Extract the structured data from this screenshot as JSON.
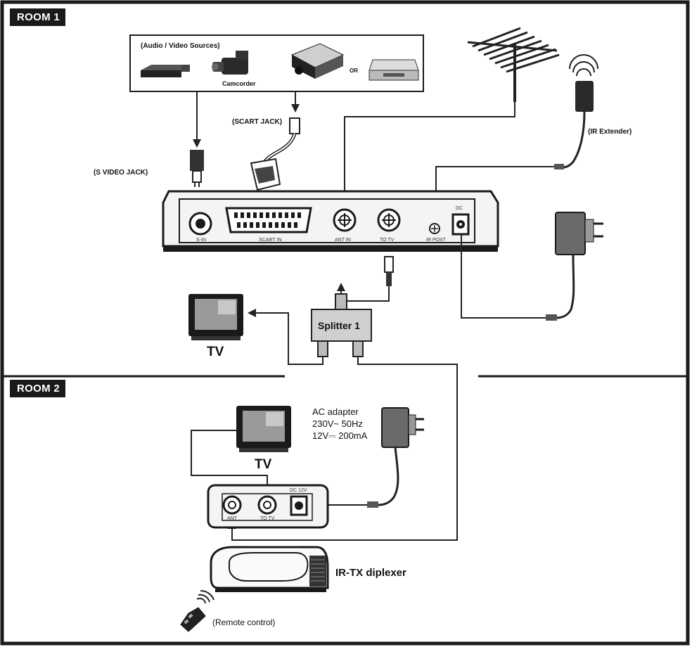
{
  "rooms": {
    "room1": "ROOM 1",
    "room2": "ROOM 2"
  },
  "sources_box": {
    "title": "(Audio / Video Sources)",
    "camcorder": "Camcorder",
    "or": "OR"
  },
  "labels": {
    "scart_jack": "(SCART JACK)",
    "s_video_jack": "(S VIDEO JACK)",
    "ir_extender": "(IR Extender)",
    "splitter": "Splitter 1",
    "tv_room1": "TV",
    "tv_room2": "TV",
    "ac_adapter_line1": "AC adapter",
    "ac_adapter_line2": "230V~ 50Hz",
    "ac_adapter_line3": "12V⎓ 200mA",
    "ir_tx": "IR-TX diplexer",
    "remote": "(Remote control)"
  },
  "transmitter_ports": [
    "S-IN",
    "SCART IN",
    "ANT IN",
    "TO TV",
    "IR POST",
    "DC"
  ],
  "receiver_ports": [
    "ANT",
    "TO TV",
    "DC 12V"
  ],
  "colors": {
    "line": "#222222",
    "frame": "#1a1a1a",
    "device": "#f2f2f2",
    "screen": "#9a9a9a"
  }
}
